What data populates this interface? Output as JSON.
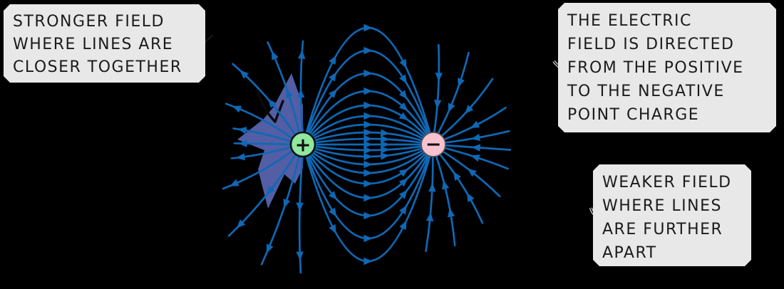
{
  "figure": {
    "description": "Electric field lines between two point charges (dipole)",
    "background_color": "#000000"
  },
  "callouts": [
    {
      "id": "stronger-field",
      "lines": [
        "STRONGER FIELD",
        "WHERE LINES ARE",
        "CLOSER TOGETHER"
      ]
    },
    {
      "id": "field-direction",
      "lines": [
        "THE ELECTRIC",
        "FIELD IS DIRECTED",
        "FROM THE POSITIVE",
        "TO THE NEGATIVE",
        "POINT CHARGE"
      ]
    },
    {
      "id": "weaker-field",
      "lines": [
        "WEAKER FIELD",
        "WHERE LINES",
        "ARE FURTHER",
        "APART"
      ]
    }
  ],
  "diagram": {
    "positive_charge": {
      "symbol": "+",
      "fill": "#90e89e",
      "outline": "#111111"
    },
    "negative_charge": {
      "symbol": "−",
      "fill": "#f8c3ce",
      "outline": "#5a5257"
    },
    "field_line_color": "#0f68b5",
    "annotation_arrow_color": "#5a66b3",
    "annotation_check_color": "#0a0a0a",
    "callout_fill": "#e8e8e8",
    "callout_text_color": "#1b1b1b"
  }
}
